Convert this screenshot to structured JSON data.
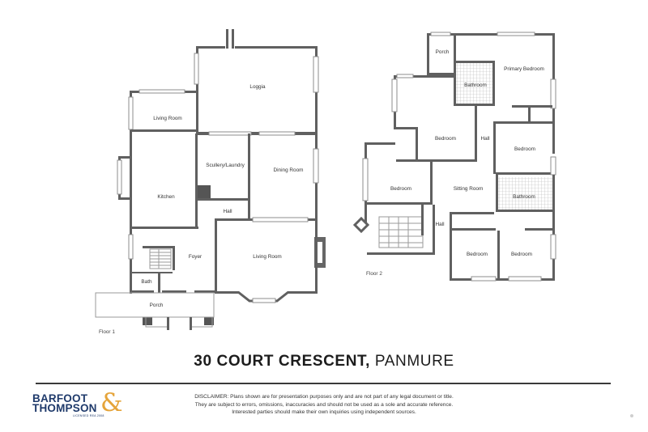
{
  "floor1": {
    "label": "Floor 1",
    "rooms": {
      "loggia": "Loggia",
      "living_room_upper": "Living Room",
      "scullery_laundry": "Scullery/Laundry",
      "dining_room": "Dining Room",
      "kitchen": "Kitchen",
      "hall": "Hall",
      "foyer": "Foyer",
      "living_room_lower": "Living Room",
      "bath": "Bath",
      "porch": "Porch"
    }
  },
  "floor2": {
    "label": "Floor 2",
    "rooms": {
      "porch": "Porch",
      "primary_bedroom": "Primary Bedroom",
      "bathroom_upper": "Bathroom",
      "bedroom_nw": "Bedroom",
      "hall_upper": "Hall",
      "bedroom_ne": "Bedroom",
      "bedroom_w": "Bedroom",
      "sitting_room": "Sitting Room",
      "bathroom_lower": "Bathroom",
      "hall_lower": "Hall",
      "bedroom_s1": "Bedroom",
      "bedroom_s2": "Bedroom"
    }
  },
  "title": {
    "address": "30 COURT CRESCENT,",
    "suburb": "PANMURE"
  },
  "brand": {
    "line1": "BARFOOT",
    "line2": "THOMPSON",
    "ampersand": "&",
    "tagline": "LICENSED REA 2008"
  },
  "disclaimer": {
    "line1": "DISCLAIMER: Plans shown are for presentation purposes only and are not part of any legal document or title.",
    "line2": "They are subject to errors, omissions, inaccuracies and should not be used as a sole and accurate reference.",
    "line3": "Interested parties should make their own inquiries using independent sources."
  },
  "colors": {
    "wall": "#606060",
    "brand_blue": "#1f3a6b",
    "brand_gold": "#e5a43a"
  }
}
